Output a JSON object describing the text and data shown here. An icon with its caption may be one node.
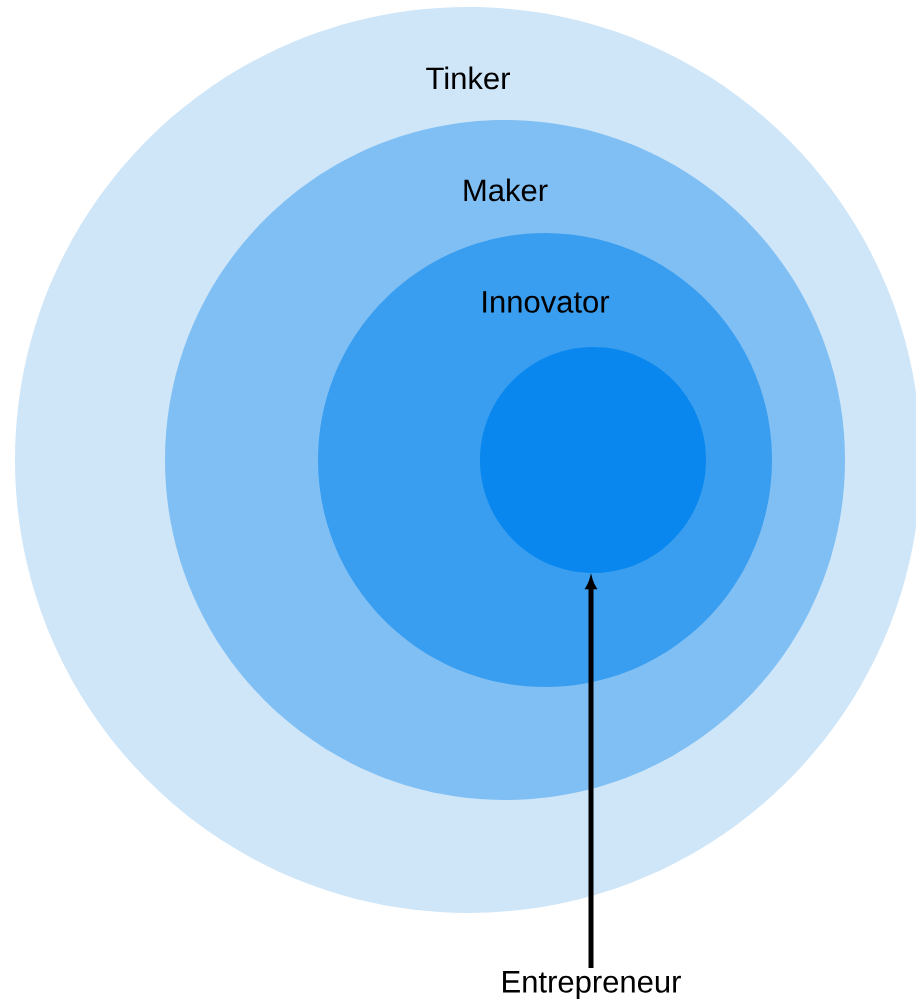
{
  "diagram": {
    "nodes": [
      {
        "text": [
          "Tinker"
        ]
      },
      {
        "text": [
          "Maker"
        ],
        "in": 0
      },
      {
        "text": [
          "Innovator"
        ],
        "in": 1
      },
      {
        "text": [],
        "shape": "circle",
        "in": 2
      },
      {
        "text": [
          "Entrepreneur"
        ]
      }
    ],
    "edges": [
      {
        "from": 4,
        "to": 3,
        "arrow": "to"
      }
    ]
  }
}
